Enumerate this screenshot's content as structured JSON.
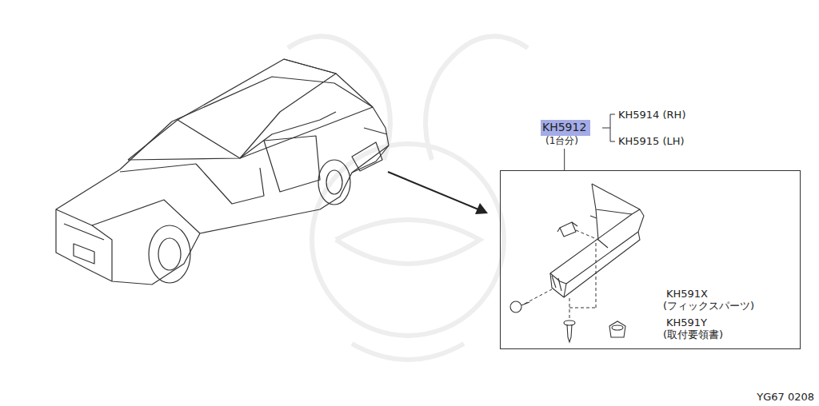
{
  "diagram": {
    "nodes": [
      {
        "text": [
          "KH5912",
          "(1台分)"
        ]
      },
      {
        "text": [
          "KH591X",
          "(フィックスパーツ)",
          "KH591Y",
          "(取付要領書)"
        ]
      }
    ],
    "edges": [
      {
        "from": 0,
        "to": 1,
        "arrow": "none"
      }
    ],
    "labels": [
      "KH5914 (RH)",
      "KH5915 (LH)",
      "YG67 0208"
    ]
  }
}
